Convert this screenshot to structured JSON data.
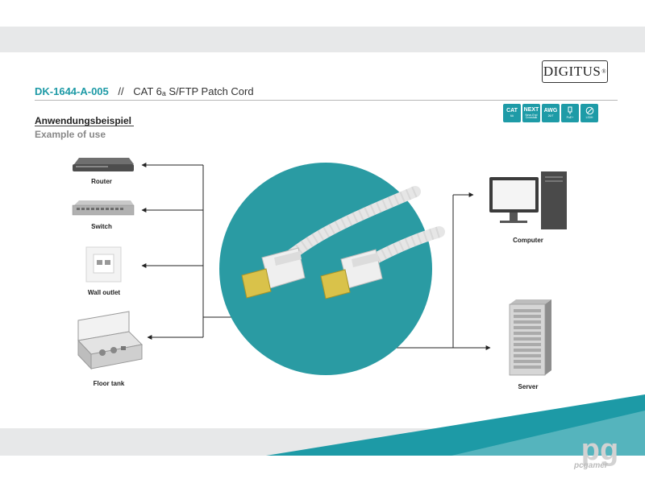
{
  "header": {
    "product_code": "DK-1644-A-005",
    "separator": "//",
    "product_name": "CAT 6ₐ S/FTP Patch Cord",
    "logo": "DIGITUS",
    "logo_mark": "®"
  },
  "section": {
    "title_de": "Anwendungsbeispiel",
    "title_en": "Example of use"
  },
  "badges": [
    {
      "main": "CAT",
      "sub": "6A"
    },
    {
      "main": "NEXT",
      "sub": "Near-End Crosstalk"
    },
    {
      "main": "AWG",
      "sub": "26/7"
    },
    {
      "main": "",
      "sub": "PoE+"
    },
    {
      "main": "",
      "sub": "LS0H"
    }
  ],
  "devices_left": [
    {
      "label": "Router",
      "icon": "router-icon"
    },
    {
      "label": "Switch",
      "icon": "switch-icon"
    },
    {
      "label": "Wall outlet",
      "icon": "wall-outlet-icon"
    },
    {
      "label": "Floor tank",
      "icon": "floor-tank-icon"
    }
  ],
  "devices_right": [
    {
      "label": "Computer",
      "icon": "computer-icon"
    },
    {
      "label": "Server",
      "icon": "server-icon"
    }
  ],
  "watermark": {
    "mark": "pg",
    "text": "pcgamer"
  },
  "colors": {
    "accent": "#1d9aa6",
    "circle": "#2a9ba3",
    "plug_gold": "#d9c24a",
    "cable": "#e8e8e8"
  }
}
